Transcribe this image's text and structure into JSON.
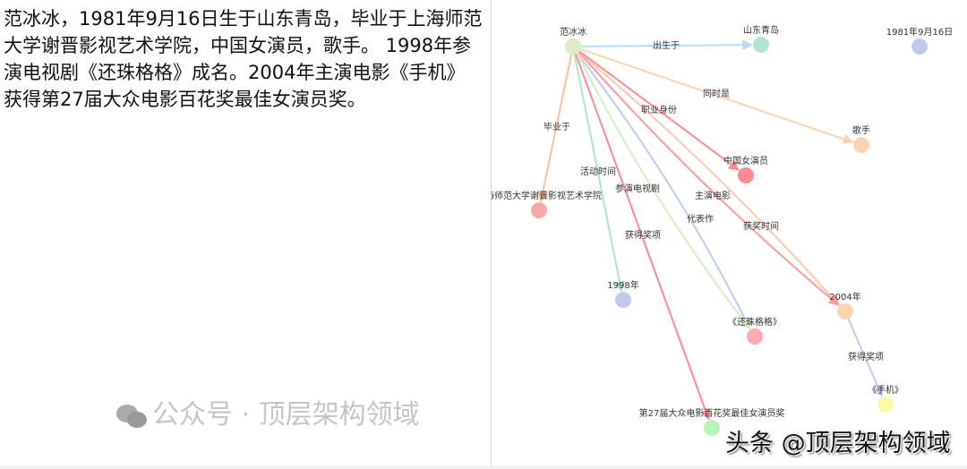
{
  "text": "范冰冰，1981年9月16日生于山东青岛，毕业于上海师范大学谢晋影视艺术学院，中国女演员，歌手。 1998年参演电视剧《还珠格格》成名。2004年主演电影《手机》获得第27届大众电影百花奖最佳女演员奖。",
  "graph": {
    "nodes": [
      {
        "id": "fbb",
        "name": "范冰冰",
        "color": "#dfeac6"
      },
      {
        "id": "sd",
        "name": "山东青岛",
        "color": "#b3e6d1"
      },
      {
        "id": "date",
        "name": "1981年9月16日",
        "color": "#c3c9ea"
      },
      {
        "id": "singer",
        "name": "歌手",
        "color": "#fdd4b3"
      },
      {
        "id": "actress",
        "name": "中国女演员",
        "color": "#fd8a92"
      },
      {
        "id": "school",
        "name": "上海师范大学谢晋影视艺术学院",
        "color": "#fba8a8"
      },
      {
        "id": "y1998",
        "name": "1998年",
        "color": "#c3c9ea"
      },
      {
        "id": "hzgg",
        "name": "《还珠格格》",
        "color": "#fda9b4"
      },
      {
        "id": "y2004",
        "name": "2004年",
        "color": "#fdd4ac"
      },
      {
        "id": "phone",
        "name": "《手机》",
        "color": "#fdfaa6"
      },
      {
        "id": "award",
        "name": "第27届大众电影百花奖最佳女演员奖",
        "color": "#b5f5b8"
      }
    ],
    "edges": [
      {
        "from": "fbb",
        "to": "sd",
        "label": "出生于",
        "color": "#b8dcf5"
      },
      {
        "from": "fbb",
        "to": "singer",
        "label": "同时是",
        "color": "#fdd4b3"
      },
      {
        "from": "fbb",
        "to": "actress",
        "label": "职业身份",
        "color": "#fd8a92"
      },
      {
        "from": "fbb",
        "to": "school",
        "label": "毕业于",
        "color": "#fdbf9a"
      },
      {
        "from": "fbb",
        "to": "y1998",
        "label": "活动时间",
        "color": "#a9e6cf"
      },
      {
        "from": "fbb",
        "to": "award",
        "label": "获得奖项",
        "color": "#fd8a96"
      },
      {
        "from": "fbb",
        "to": "hzgg",
        "label": "参演电视剧",
        "color": "#c3c9ea"
      },
      {
        "from": "fbb",
        "to": "hzgg",
        "label": "代表作",
        "color": "#d9ecc0"
      },
      {
        "from": "fbb",
        "to": "y2004",
        "label": "获奖时间",
        "color": "#fdc9a8"
      },
      {
        "from": "fbb",
        "to": "y2004",
        "label": "主演电影",
        "color": "#fd9aa0"
      },
      {
        "from": "y2004",
        "to": "phone",
        "label": "获得奖项",
        "color": "#c3c9ea"
      }
    ]
  },
  "watermark": {
    "wechat": "公众号 · 顶层架构领域",
    "toutiao": "头条 @顶层架构领域"
  }
}
